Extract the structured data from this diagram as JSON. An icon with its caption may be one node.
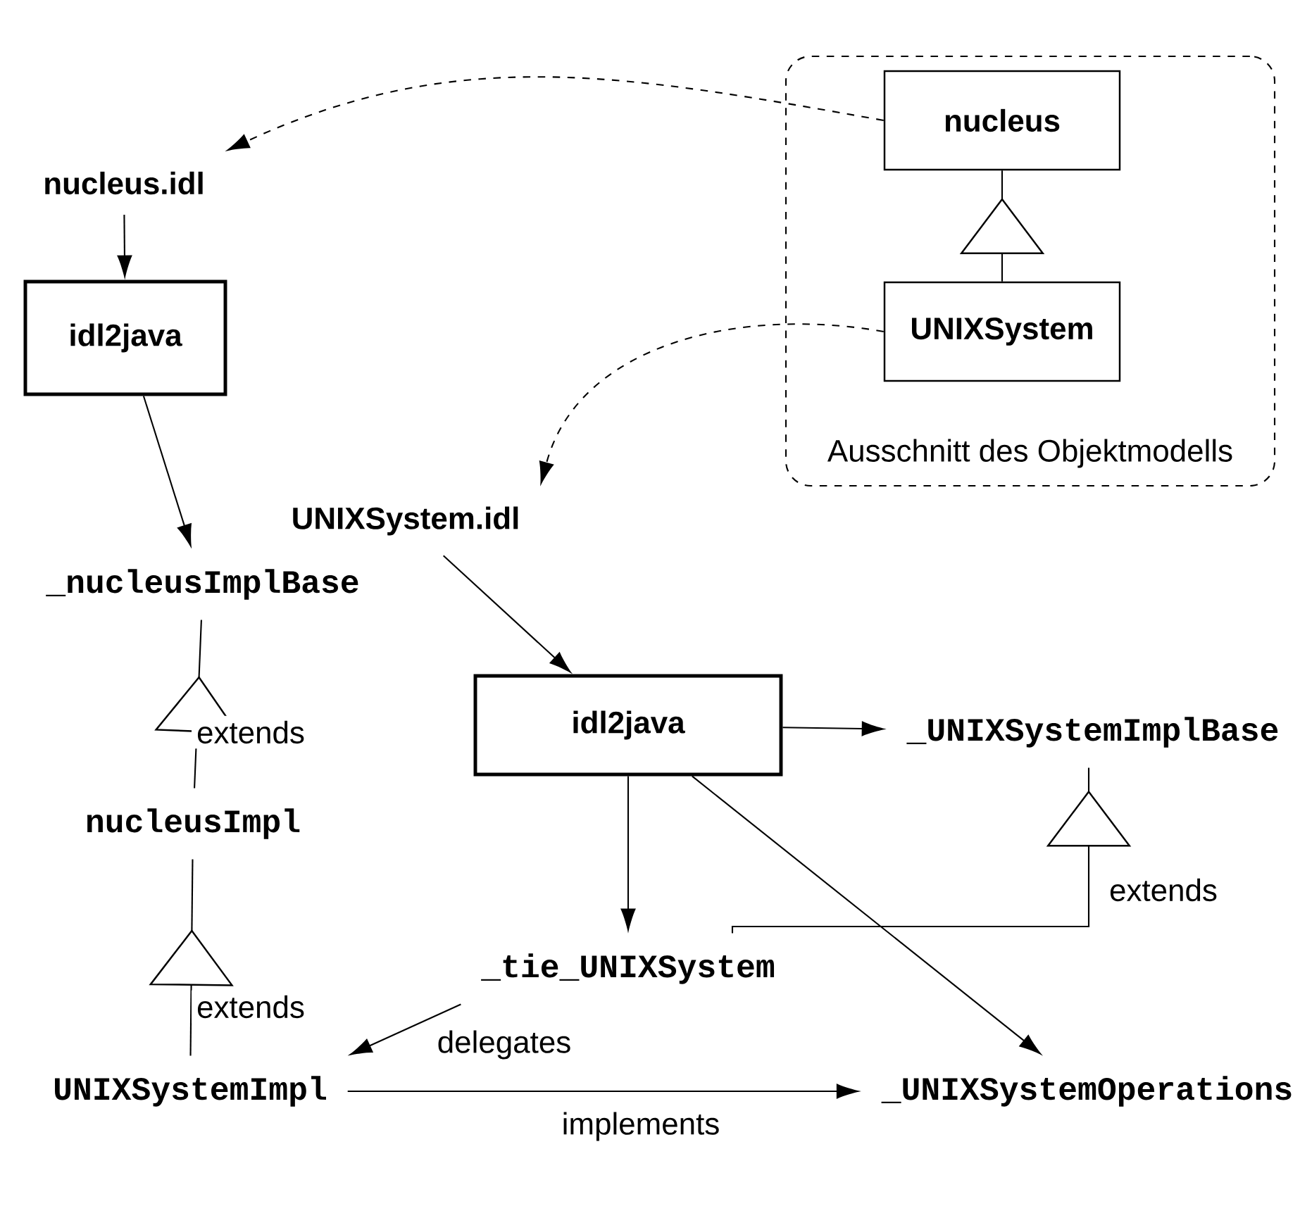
{
  "diagram": {
    "nodes": [
      {
        "text": [
          "Ausschnitt des Objektmodells"
        ]
      },
      {
        "text": [
          "nucleus"
        ],
        "in": 0
      },
      {
        "text": [
          "UNIXSystem"
        ],
        "in": 0
      },
      {
        "text": [
          "nucleus.idl"
        ]
      },
      {
        "text": [
          "idl2java"
        ]
      },
      {
        "text": [
          "_nucleusImplBase"
        ]
      },
      {
        "text": [
          "nucleusImpl"
        ]
      },
      {
        "text": [
          "UNIXSystemImpl"
        ]
      },
      {
        "text": [
          "UNIXSystem.idl"
        ]
      },
      {
        "text": [
          "idl2java"
        ]
      },
      {
        "text": [
          "_UNIXSystemImplBase"
        ]
      },
      {
        "text": [
          "_tie_UNIXSystem"
        ]
      },
      {
        "text": [
          "_UNIXSystemOperations"
        ]
      }
    ],
    "edges": [
      {
        "from": 1,
        "to": 3,
        "arrow": "to",
        "style": "dashed"
      },
      {
        "from": 2,
        "to": 1,
        "arrow": "to"
      },
      {
        "from": 2,
        "to": 8,
        "arrow": "to",
        "style": "dashed"
      },
      {
        "from": 3,
        "to": 4,
        "arrow": "to"
      },
      {
        "from": 4,
        "to": 5,
        "arrow": "to"
      },
      {
        "from": 6,
        "to": 5,
        "arrow": "to",
        "label": "extends"
      },
      {
        "from": 7,
        "to": 6,
        "arrow": "to",
        "label": "extends"
      },
      {
        "from": 8,
        "to": 9,
        "arrow": "to"
      },
      {
        "from": 9,
        "to": 10,
        "arrow": "to"
      },
      {
        "from": 9,
        "to": 11,
        "arrow": "to"
      },
      {
        "from": 9,
        "to": 12,
        "arrow": "to"
      },
      {
        "from": 11,
        "to": 10,
        "arrow": "to",
        "label": "extends"
      },
      {
        "from": 11,
        "to": 7,
        "arrow": "to",
        "label": "delegates"
      },
      {
        "from": 7,
        "to": 12,
        "arrow": "to",
        "label": "implements"
      }
    ]
  }
}
